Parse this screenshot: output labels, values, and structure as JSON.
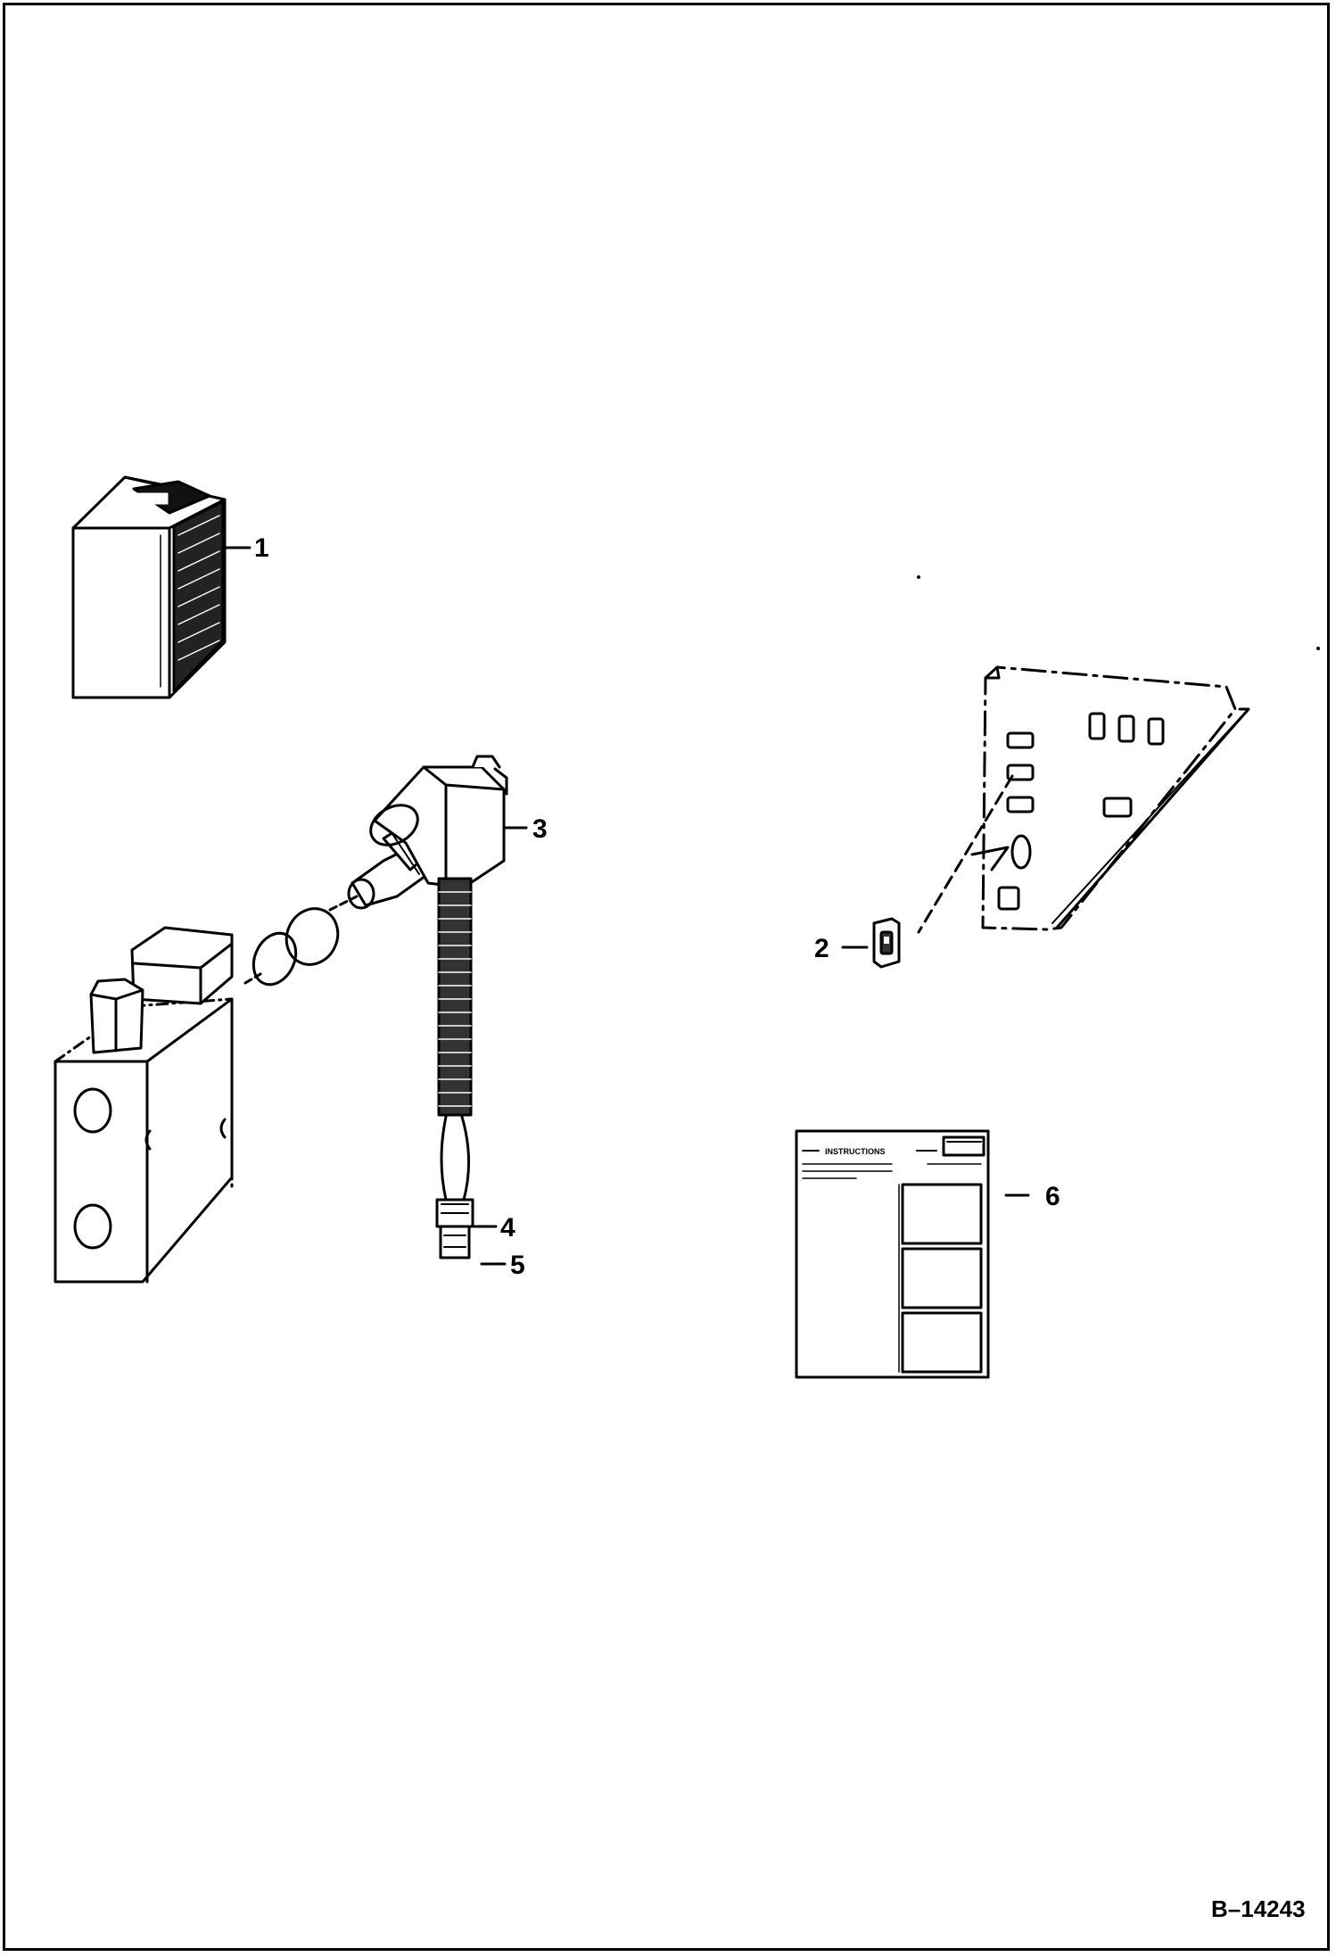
{
  "callouts": {
    "c1": "1",
    "c2": "2",
    "c3": "3",
    "c4": "4",
    "c5": "5",
    "c6": "6"
  },
  "drawing_id": "B–14243",
  "instruction_sheet": {
    "heading": "INSTRUCTIONS"
  },
  "colors": {
    "line": "#000000",
    "background": "#ffffff"
  }
}
